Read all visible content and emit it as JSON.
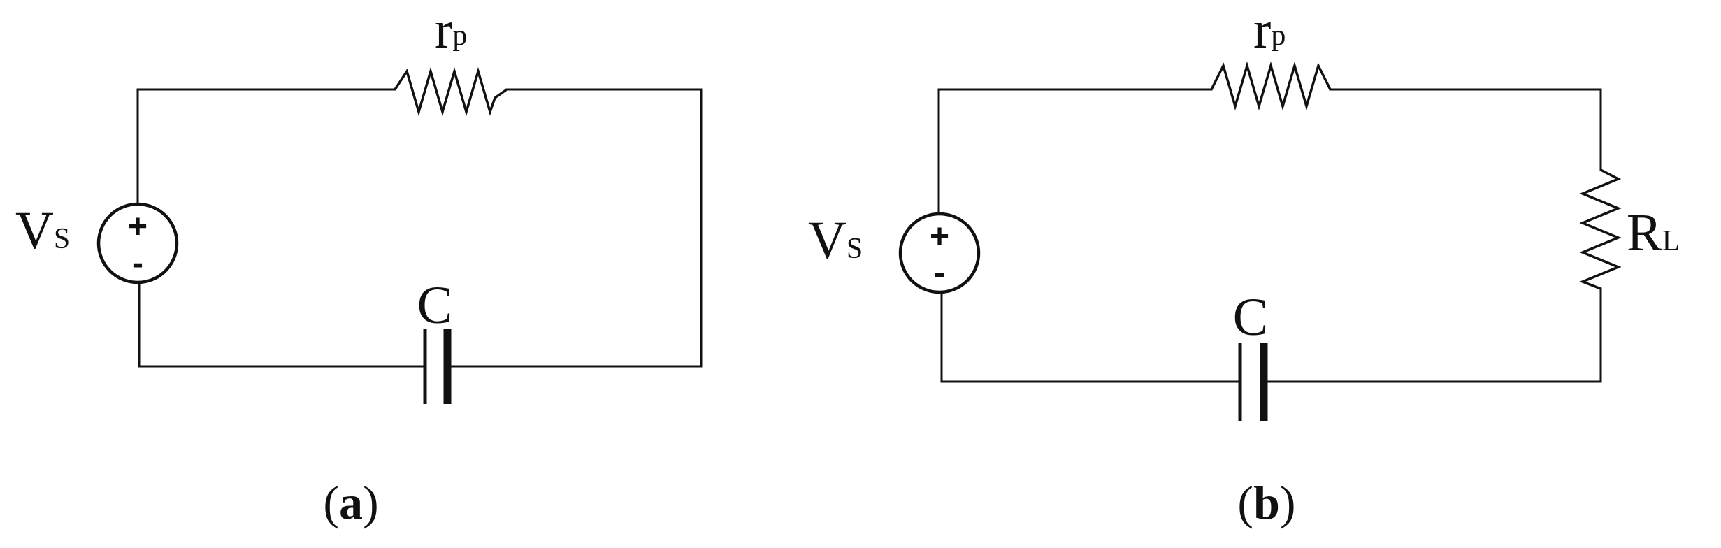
{
  "panels": [
    {
      "id": "a",
      "caption_open": "(",
      "caption_letter": "a",
      "caption_close": ")",
      "source": {
        "main": "V",
        "sub": "S",
        "plus": "+",
        "minus": "-"
      },
      "series_resistor": {
        "main": "r",
        "sub": "p"
      },
      "capacitor": {
        "main": "C"
      }
    },
    {
      "id": "b",
      "caption_open": "(",
      "caption_letter": "b",
      "caption_close": ")",
      "source": {
        "main": "V",
        "sub": "S",
        "plus": "+",
        "minus": "-"
      },
      "series_resistor": {
        "main": "r",
        "sub": "p"
      },
      "capacitor": {
        "main": "C"
      },
      "load_resistor": {
        "main": "R",
        "sub": "L"
      }
    }
  ]
}
